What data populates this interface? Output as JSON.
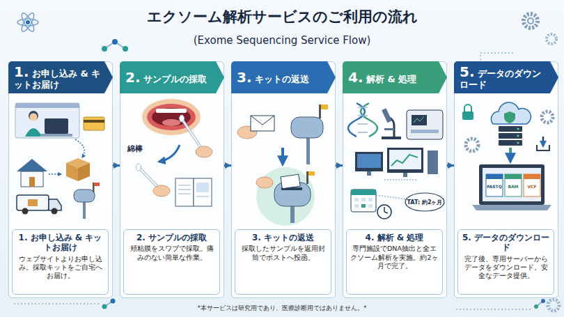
{
  "diagram": {
    "title": "エクソーム解析サービスのご利用の流れ",
    "caption": "*本サービスは研究用であり、医療診断用ではありません。*",
    "nodes": [
      {
        "text": [
          "1. お申し込み & キットお届け"
        ]
      },
      {
        "text": [
          "1. お申し込み & キットお届け",
          "ウェブサイトよりお申し込み。採取キットをご自宅へお届け。"
        ],
        "in": 0
      },
      {
        "text": [
          "2. サンプルの採取"
        ]
      },
      {
        "text": [
          "2. サンプルの採取",
          "頬粘膜をスワブで採取。痛みのない簡単な作業。"
        ],
        "in": 2
      },
      {
        "text": [
          "3. キットの返送"
        ]
      },
      {
        "text": [
          "3. キットの返送",
          "採取したサンプルを返用封筒でポストへ投函。"
        ],
        "in": 4
      },
      {
        "text": [
          "4. 解析 & 処理"
        ]
      },
      {
        "text": [
          "4. 解析 & 処理",
          "専門施設でDNA抽出と全エクソーム解析を実施。約2ヶ月で完了。"
        ],
        "in": 6
      },
      {
        "text": [
          "5. データのダウンロード"
        ]
      },
      {
        "text": [
          "5. データのダウンロード",
          "完了後、専用サーバーからデータをダウンロード。安全なデータ提供。"
        ],
        "in": 8
      }
    ],
    "edges": [
      {
        "from": 0,
        "to": 2,
        "arrow": "to"
      },
      {
        "from": 2,
        "to": 4,
        "arrow": "to"
      },
      {
        "from": 4,
        "to": 6,
        "arrow": "to"
      },
      {
        "from": 6,
        "to": 8,
        "arrow": "to"
      }
    ],
    "labels": [
      "(Exome Sequencing Service Flow)",
      "綿棒",
      "TAT: 約2ヶ月",
      "FASTQ",
      "BAM",
      "VCF"
    ]
  }
}
